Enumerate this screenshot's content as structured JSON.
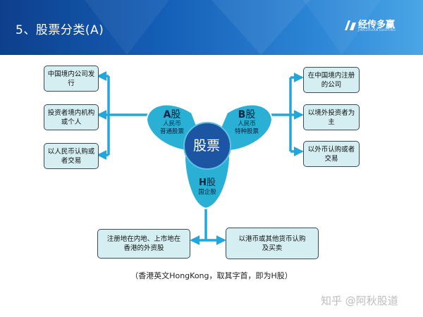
{
  "header": {
    "title": "5、股票分类(A)",
    "logo_text": "经传多赢",
    "logo_subtext": "JINGZHUAN DUOYING"
  },
  "diagram": {
    "center": "股票",
    "a_share": {
      "letter": "A",
      "name": "股",
      "line1": "人民币",
      "line2": "普通股票"
    },
    "b_share": {
      "letter": "B",
      "name": "股",
      "line1": "人民币",
      "line2": "特种股票"
    },
    "h_share": {
      "letter": "H",
      "name": "股",
      "line1": "国企股"
    },
    "left_boxes": [
      "中国境内公司发行",
      "投资者境内机构或个人",
      "以人民币认购或者交易"
    ],
    "right_boxes": [
      "在中国境内注册的公司",
      "以境外投资者为主",
      "以外币认购或者交易"
    ],
    "bottom_boxes": [
      "注册地在内地、上市地在香港的外资股",
      "以港币或其他货币认购及买卖"
    ]
  },
  "footnote": "（香港英文HongKong，取其字首，即为H股）",
  "watermark": "知乎 @阿秋股道",
  "colors": {
    "header_blue": "#1560b8",
    "petal_cyan": "#2ab0d4",
    "center_navy": "#1c56a3",
    "arrow_cyan": "#21a6dd",
    "box_fill": "#d5eef2"
  }
}
